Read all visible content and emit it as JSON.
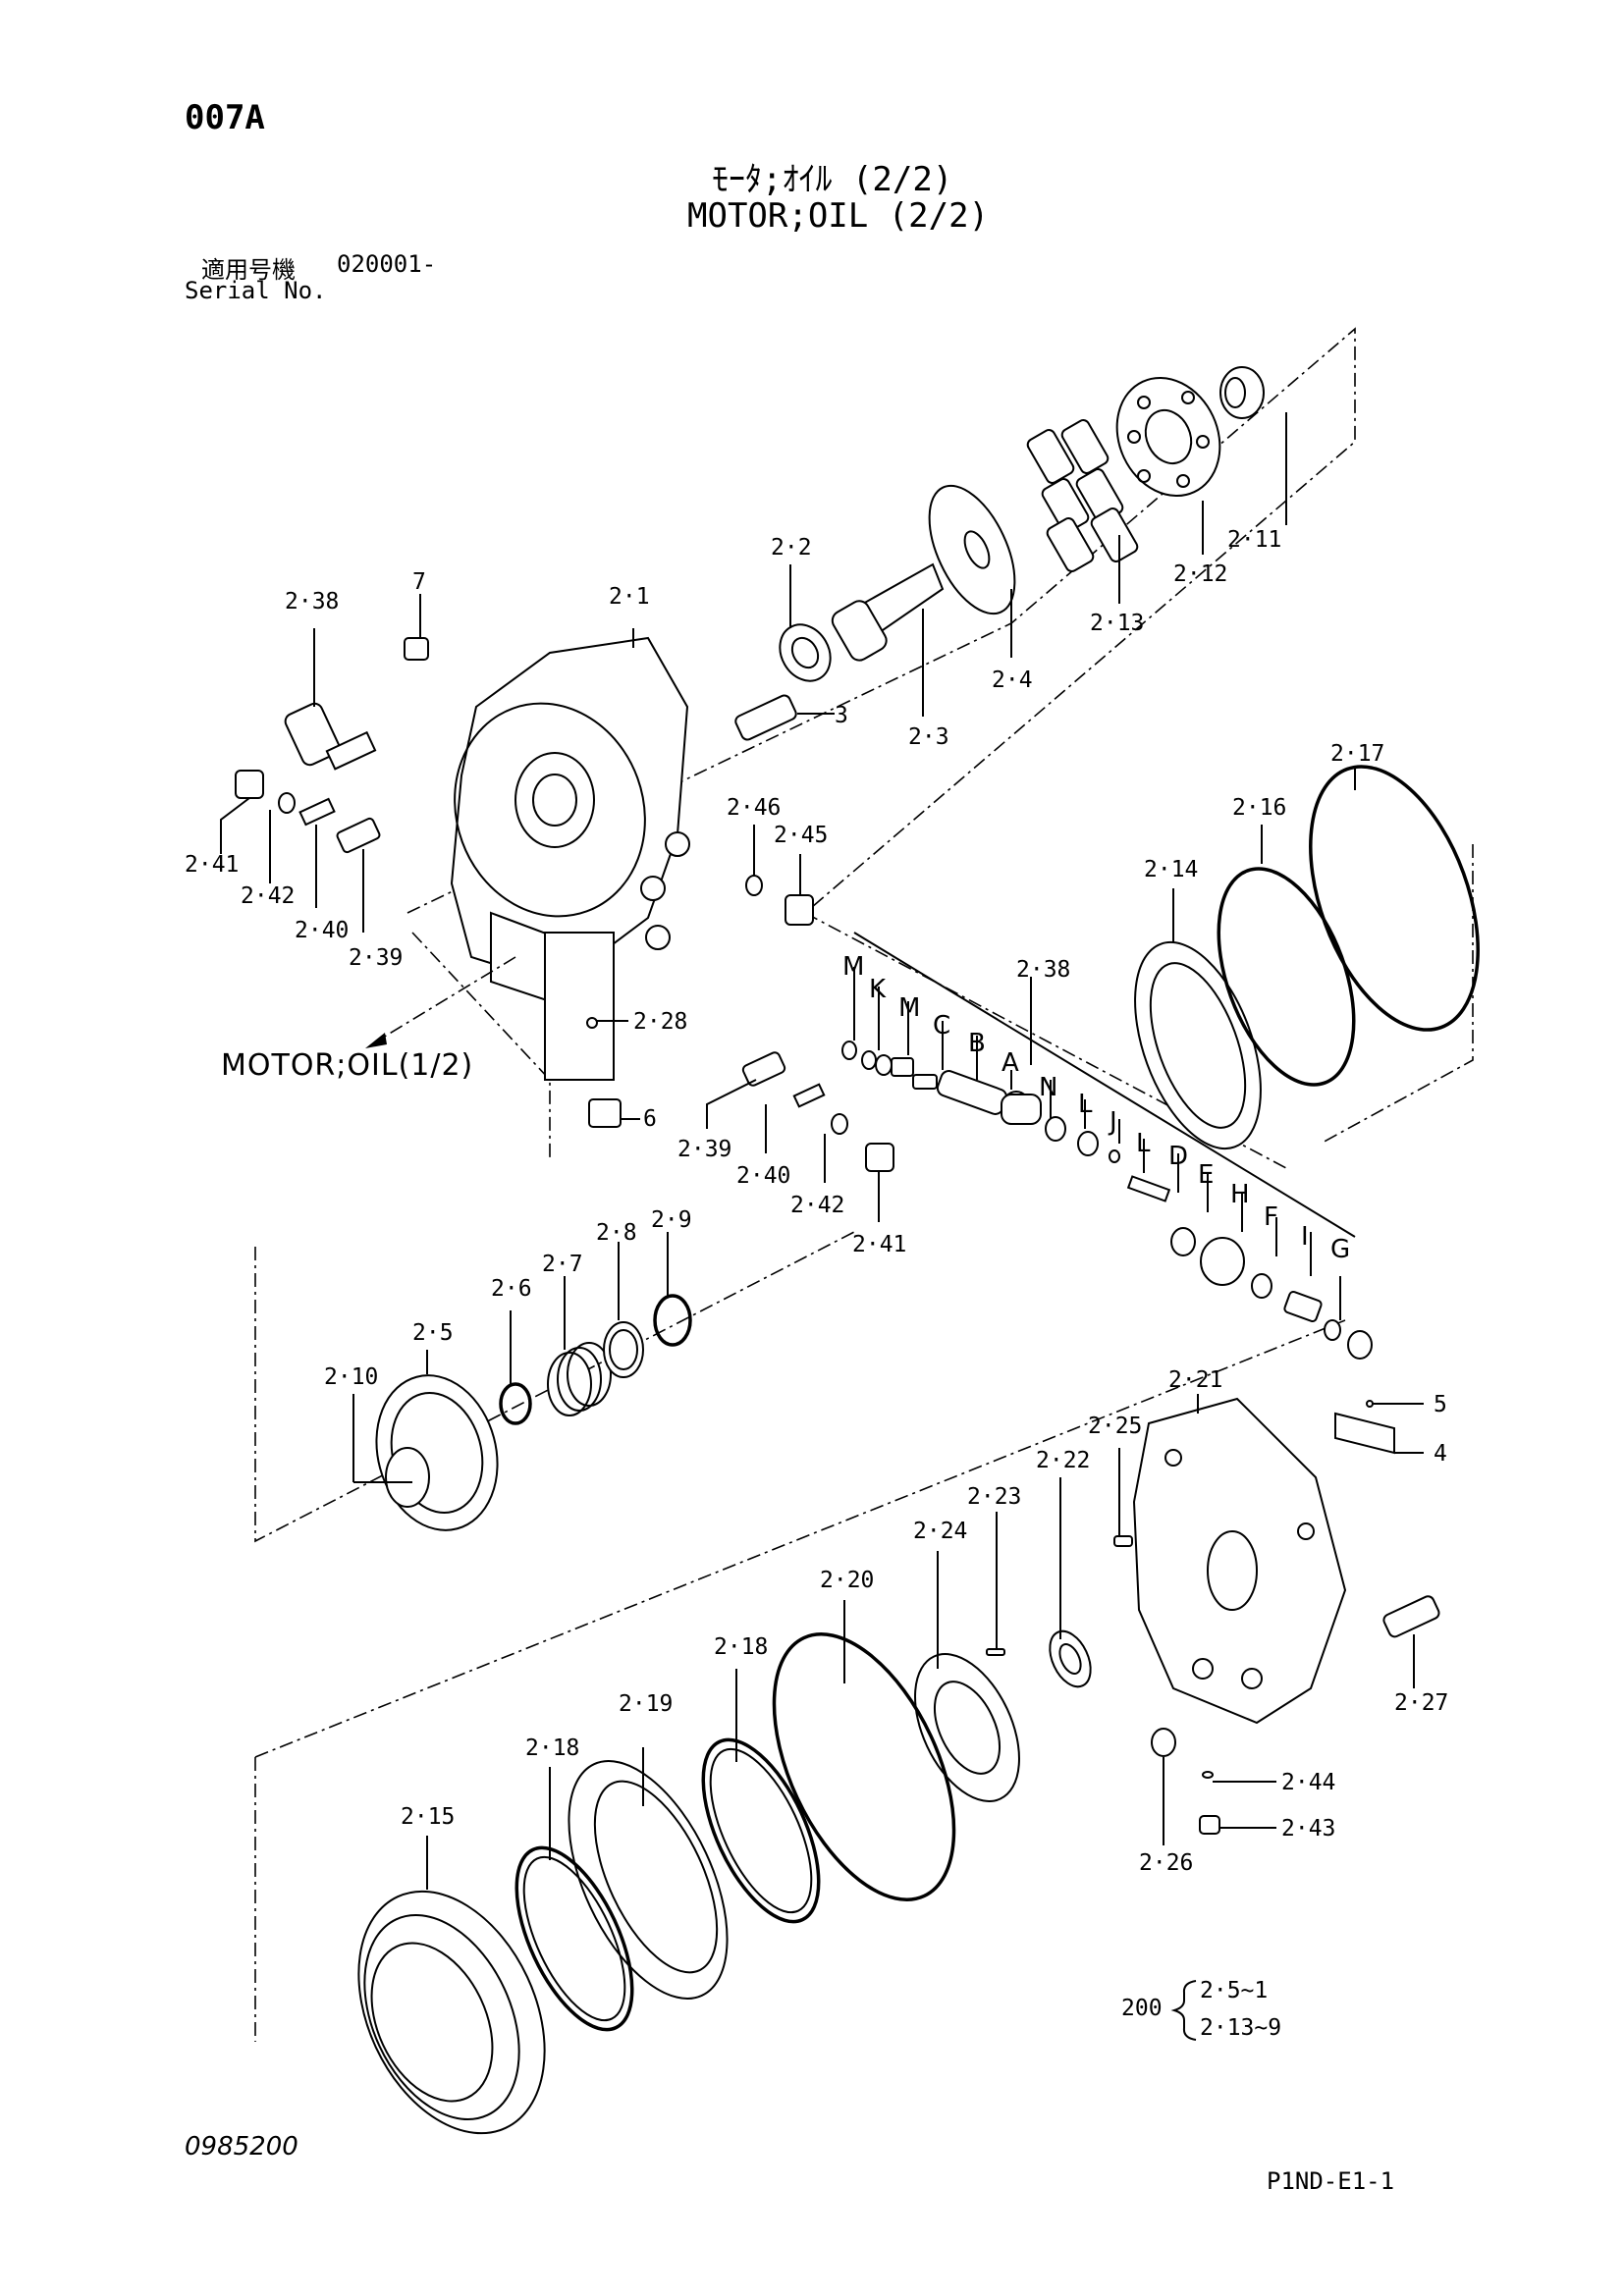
{
  "header": {
    "page_code": "007A",
    "title_jp": "ﾓｰﾀ;ｵｲﾙ (2/2)",
    "title_en": "MOTOR;OIL (2/2)",
    "serial_label_jp": "適用号機",
    "serial_value": "020001-",
    "serial_label_en": "Serial No."
  },
  "reference": {
    "text": "MOTOR;OIL(1/2)"
  },
  "part_labels": {
    "p2_1": "2·1",
    "p2_2": "2·2",
    "p2_3": "2·3",
    "p2_4": "2·4",
    "p2_5": "2·5",
    "p2_6": "2·6",
    "p2_7": "2·7",
    "p2_8": "2·8",
    "p2_9": "2·9",
    "p2_10": "2·10",
    "p2_11": "2·11",
    "p2_12": "2·12",
    "p2_13": "2·13",
    "p2_14": "2·14",
    "p2_15": "2·15",
    "p2_16": "2·16",
    "p2_17": "2·17",
    "p2_18a": "2·18",
    "p2_18b": "2·18",
    "p2_19": "2·19",
    "p2_20": "2·20",
    "p2_21": "2·21",
    "p2_22": "2·22",
    "p2_23": "2·23",
    "p2_24": "2·24",
    "p2_25": "2·25",
    "p2_26": "2·26",
    "p2_27": "2·27",
    "p2_28": "2·28",
    "p2_38a": "2·38",
    "p2_38b": "2·38",
    "p2_39a": "2·39",
    "p2_39b": "2·39",
    "p2_40a": "2·40",
    "p2_40b": "2·40",
    "p2_41a": "2·41",
    "p2_41b": "2·41",
    "p2_42a": "2·42",
    "p2_42b": "2·42",
    "p2_43": "2·43",
    "p2_44": "2·44",
    "p2_45": "2·45",
    "p2_46": "2·46",
    "p3": "3",
    "p4": "4",
    "p5": "5",
    "p6": "6",
    "p7": "7"
  },
  "letter_labels": {
    "M1": "M",
    "K": "K",
    "M2": "M",
    "C": "C",
    "B": "B",
    "A": "A",
    "N": "N",
    "L1": "L",
    "J": "J",
    "L2": "L",
    "D": "D",
    "E": "E",
    "H": "H",
    "F": "F",
    "I": "I",
    "G": "G"
  },
  "kit_note": {
    "kit_number": "200",
    "line1": "2·5~1",
    "line2": "2·13~9"
  },
  "footer": {
    "drawing_number": "0985200",
    "page_ref": "P1ND-E1-1"
  }
}
